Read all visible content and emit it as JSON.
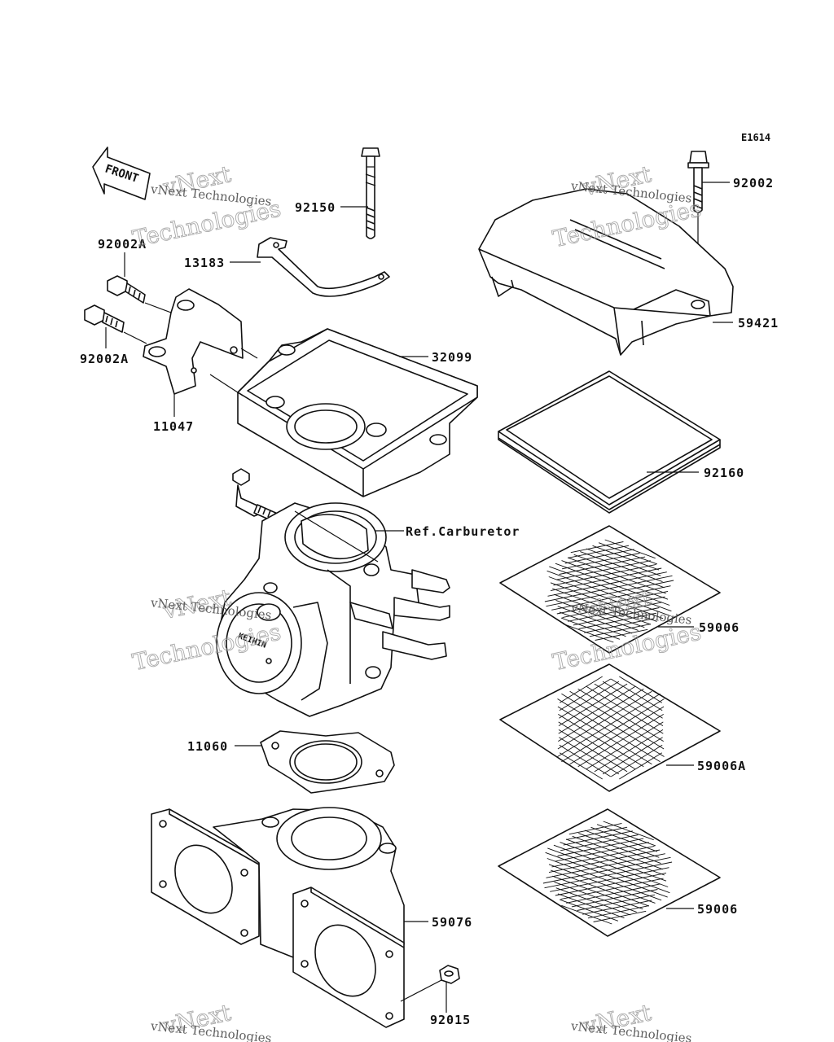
{
  "diagram": {
    "code": "E1614",
    "direction_tag": "FRONT",
    "watermark_brand": "vNext Technologies",
    "watermark_word_1": "vNext",
    "watermark_word_2": "Technologies",
    "parts": [
      {
        "id": "p1",
        "number": "92150"
      },
      {
        "id": "p2",
        "number": "92002"
      },
      {
        "id": "p3",
        "number": "92002A"
      },
      {
        "id": "p4",
        "number": "13183"
      },
      {
        "id": "p5",
        "number": "92002A"
      },
      {
        "id": "p6",
        "number": "32099"
      },
      {
        "id": "p7",
        "number": "59421"
      },
      {
        "id": "p8",
        "number": "11047"
      },
      {
        "id": "p9",
        "number": "92160"
      },
      {
        "id": "p10",
        "number": "Ref.Carburetor"
      },
      {
        "id": "p11",
        "number": "59006"
      },
      {
        "id": "p12",
        "number": "11060"
      },
      {
        "id": "p13",
        "number": "59006A"
      },
      {
        "id": "p14",
        "number": "59006"
      },
      {
        "id": "p15",
        "number": "59076"
      },
      {
        "id": "p16",
        "number": "92015"
      }
    ]
  }
}
